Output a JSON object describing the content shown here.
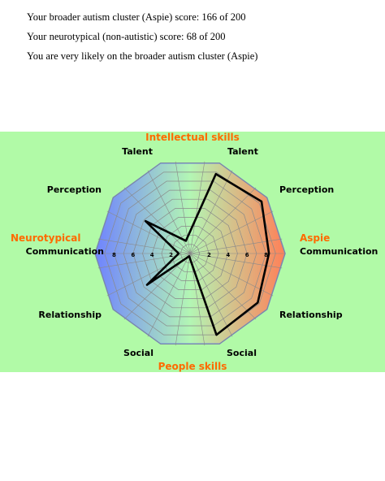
{
  "results": {
    "line1": "Your broader autism cluster (Aspie) score: 166 of 200",
    "line2": "Your neurotypical (non-autistic) score: 68 of 200",
    "line3": "You are very likely on the broader autism cluster (Aspie)"
  },
  "chart_data": {
    "type": "radar",
    "section_labels": {
      "top": "Intellectual skills",
      "bottom": "People skills",
      "left": "Neurotypical",
      "right": "Aspie"
    },
    "axes_right": [
      "Talent",
      "Perception",
      "Communication",
      "Relationship",
      "Social"
    ],
    "axes_left": [
      "Talent",
      "Perception",
      "Communication",
      "Relationship",
      "Social"
    ],
    "tick_labels": [
      "2",
      "4",
      "6",
      "8"
    ],
    "range": [
      0,
      10
    ],
    "series": [
      {
        "side": "right",
        "values": [
          8.8,
          9.3,
          8.3,
          8.8,
          9.0
        ]
      },
      {
        "side": "left",
        "values": [
          1.4,
          5.8,
          1.2,
          5.6,
          0.3
        ]
      }
    ],
    "colors": {
      "background": "#b1faa7",
      "neurotypical": "#6f83ff",
      "aspie": "#ff8058",
      "center": "#b3f6b4",
      "grid": "#8a8a8a",
      "outline": "#000000",
      "section_label": "#ff6a00"
    }
  }
}
